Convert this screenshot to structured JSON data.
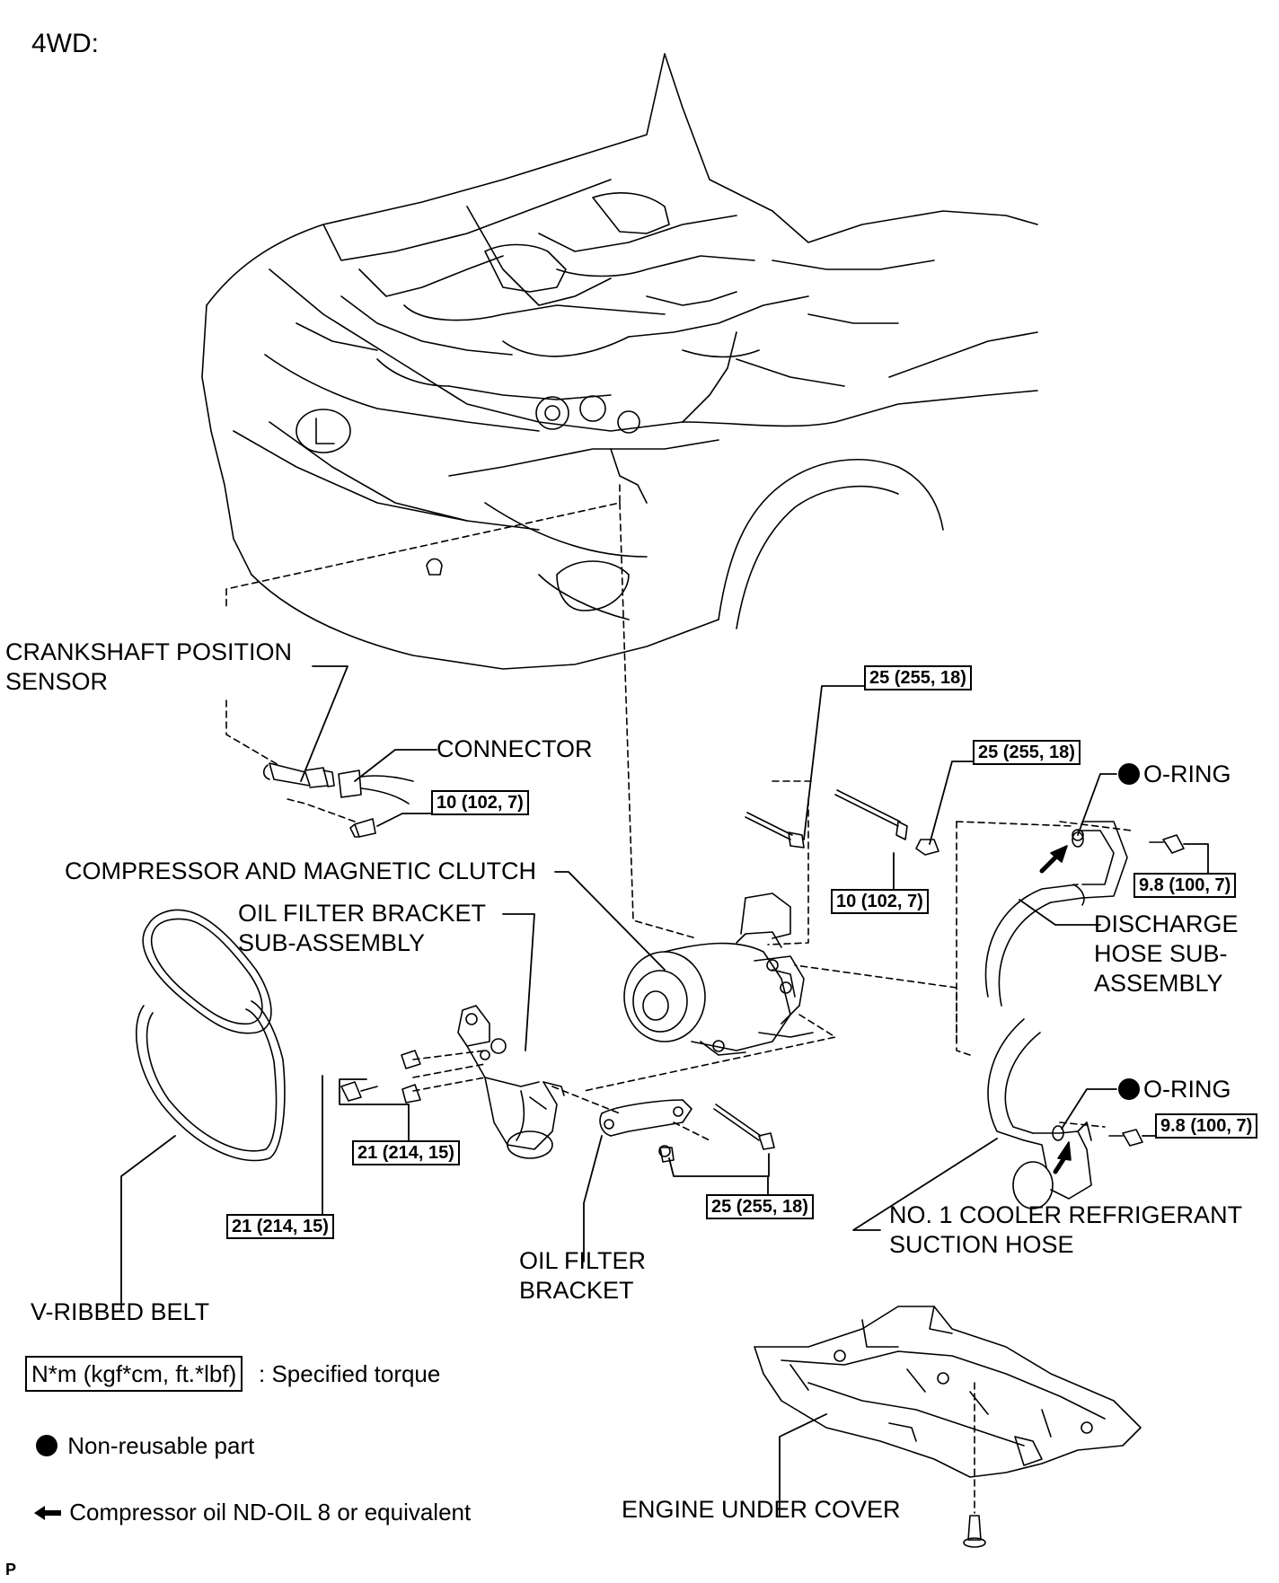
{
  "title": "4WD:",
  "labels": {
    "crankshaft_sensor": [
      "CRANKSHAFT POSITION",
      "SENSOR"
    ],
    "connector": "CONNECTOR",
    "compressor": "COMPRESSOR AND MAGNETIC CLUTCH",
    "oil_filter_bracket_sub": [
      "OIL FILTER BRACKET",
      "SUB-ASSEMBLY"
    ],
    "oil_filter_bracket": [
      "OIL FILTER",
      "BRACKET"
    ],
    "v_ribbed_belt": "V-RIBBED BELT",
    "o_ring_upper": "O-RING",
    "o_ring_lower": "O-RING",
    "discharge_hose": [
      "DISCHARGE",
      "HOSE SUB-",
      "ASSEMBLY"
    ],
    "suction_hose": [
      "NO. 1 COOLER REFRIGERANT",
      "SUCTION HOSE"
    ],
    "engine_under_cover": "ENGINE UNDER COVER"
  },
  "torques": {
    "sensor_bolt": "10 (102, 7)",
    "compressor_bolt_top": "25 (255, 18)",
    "compressor_nut": "25 (255, 18)",
    "compressor_stud": "10 (102, 7)",
    "discharge_bolt": "9.8 (100, 7)",
    "suction_bolt": "9.8 (100, 7)",
    "bracket_nuts": "21 (214, 15)",
    "bracket_bolt": "21 (214, 15)",
    "oil_filter_bracket_bolt": "25 (255, 18)"
  },
  "legend": {
    "torque_box": "N*m (kgf*cm, ft.*lbf)",
    "torque_text": ": Specified torque",
    "nonreusable_text": "Non-reusable part",
    "oil_text": "Compressor oil ND-OIL 8 or equivalent"
  },
  "footer_mark": "P"
}
